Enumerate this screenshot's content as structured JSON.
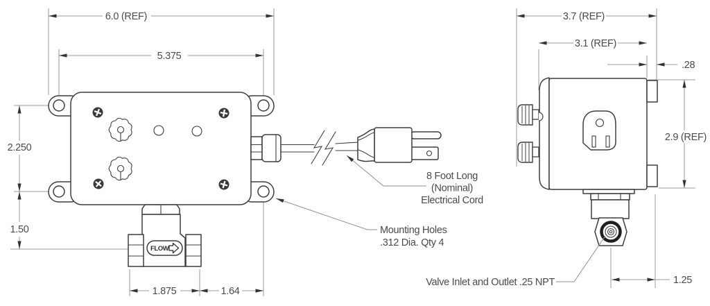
{
  "drawing": {
    "front_view": {
      "flow_label": "FLOW",
      "dim_width_overall": "6.0 (REF)",
      "dim_hole_spacing_h": "5.375",
      "dim_hole_spacing_v": "2.250",
      "dim_valve_drop": "1.50",
      "dim_valve_length": "1.875",
      "dim_valve_to_hole": "1.64"
    },
    "side_view": {
      "dim_width_overall": "3.7 (REF)",
      "dim_body_width": "3.1 (REF)",
      "dim_tab_offset": ".28",
      "dim_height": "2.9 (REF)",
      "dim_valve_offset": "1.25"
    },
    "callouts": {
      "cord_line1": "8 Foot Long",
      "cord_line2": "(Nominal)",
      "cord_line3": "Electrical Cord",
      "mounting_line1": "Mounting Holes",
      "mounting_line2": ".312 Dia. Qty 4",
      "valve_ports": "Valve Inlet and Outlet .25 NPT"
    },
    "colors": {
      "part_line": "#3d3d3d",
      "dimension_line": "#9a9a9a",
      "text": "#4a4a4a",
      "arrowhead": "#333333"
    }
  }
}
